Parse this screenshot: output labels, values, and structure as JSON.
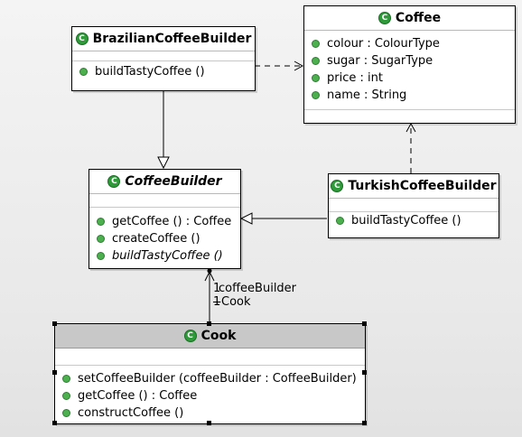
{
  "classes": {
    "brazilian": {
      "name": "BrazilianCoffeeBuilder",
      "methods": [
        "buildTastyCoffee ()"
      ]
    },
    "coffee": {
      "name": "Coffee",
      "attributes": [
        "colour : ColourType",
        "sugar : SugarType",
        "price : int",
        "name : String"
      ]
    },
    "coffeebuilder": {
      "name": "CoffeeBuilder",
      "methods": [
        "getCoffee () : Coffee",
        "createCoffee ()",
        "buildTastyCoffee ()"
      ]
    },
    "turkish": {
      "name": "TurkishCoffeeBuilder",
      "methods": [
        "buildTastyCoffee ()"
      ]
    },
    "cook": {
      "name": "Cook",
      "methods": [
        "setCoffeeBuilder (coffeeBuilder : CoffeeBuilder)",
        "getCoffee () : Coffee",
        "constructCoffee ()"
      ]
    }
  },
  "association": {
    "role_label": "coffeeBuilder",
    "owner_label": "Cook",
    "multiplicity_a": "1",
    "multiplicity_b": "1"
  },
  "icon_letter": "C",
  "colors": {
    "class_icon": "#2f9a3a",
    "member_dot": "#4db04f",
    "selected_header": "#c8c8c8"
  }
}
